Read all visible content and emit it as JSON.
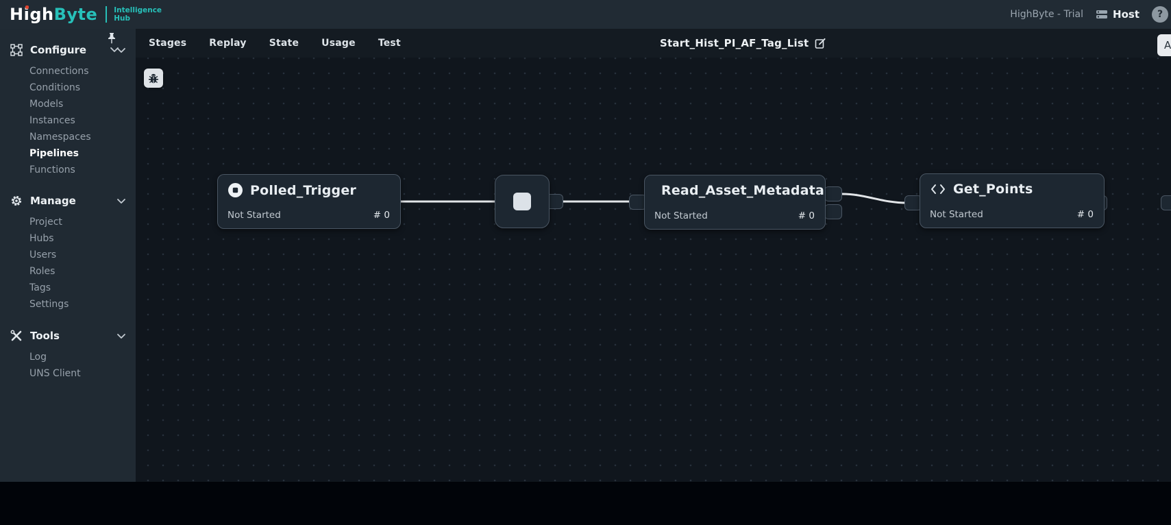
{
  "header": {
    "brand": {
      "part1": "High",
      "part2": "Byte",
      "tagline_line1": "Intelligence",
      "tagline_line2": "Hub"
    },
    "account_label": "HighByte - Trial",
    "host_label": "Host",
    "help_label": "?"
  },
  "tabbar": {
    "tabs": [
      "Stages",
      "Replay",
      "State",
      "Usage",
      "Test"
    ],
    "pipeline_title": "Start_Hist_PI_AF_Tag_List",
    "partial_button_label": "A"
  },
  "sidebar": {
    "sections": [
      {
        "label": "Configure",
        "icon": "group-select-icon",
        "items": [
          "Connections",
          "Conditions",
          "Models",
          "Instances",
          "Namespaces",
          "Pipelines",
          "Functions"
        ],
        "active_item": "Pipelines"
      },
      {
        "label": "Manage",
        "icon": "gear-icon",
        "items": [
          "Project",
          "Hubs",
          "Users",
          "Roles",
          "Tags",
          "Settings"
        ]
      },
      {
        "label": "Tools",
        "icon": "tools-icon",
        "items": [
          "Log",
          "UNS Client"
        ]
      }
    ]
  },
  "canvas": {
    "debug_button_icon": "bug-icon",
    "nodes": [
      {
        "title": "Polled_Trigger",
        "status": "Not Started",
        "count": "# 0",
        "icon": "trigger-record-icon"
      },
      {
        "icon": "stop-square-icon"
      },
      {
        "title": "Read_Asset_Metadata",
        "status": "Not Started",
        "count": "# 0",
        "icon": "read-metadata-icon"
      },
      {
        "title": "Get_Points",
        "status": "Not Started",
        "count": "# 0",
        "icon": "code-brackets-icon"
      }
    ]
  },
  "colors": {
    "accent_teal": "#27c0b9",
    "brand_dot_red": "#e0442e",
    "canvas_bg": "#10161d",
    "panel_bg": "#212b34",
    "node_bg": "#1d2731",
    "node_border": "#4a5663",
    "wire": "#e2e5e8"
  }
}
